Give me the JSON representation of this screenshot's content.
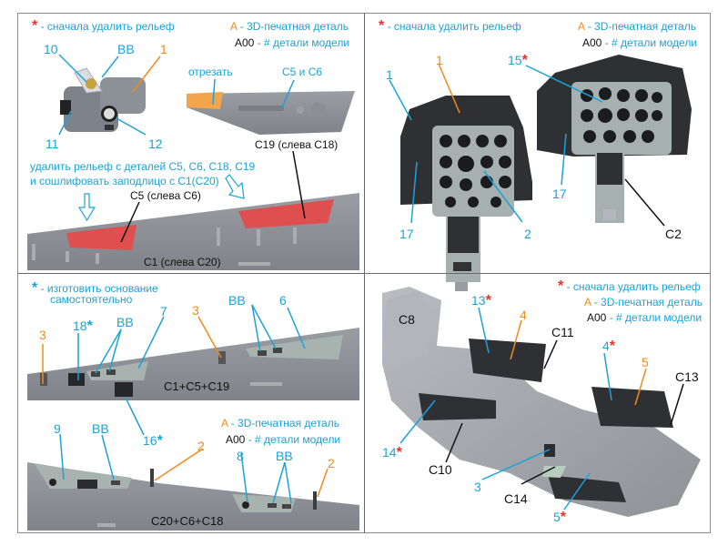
{
  "colors": {
    "callout_blue": "#1aa3d8",
    "printed_orange": "#f08a1c",
    "remove_red": "#e8312a",
    "model_grey": "#8e9196",
    "relief_red": "#e05050",
    "panel_dark": "#2e3034",
    "instrument_grey": "#a6b0b0"
  },
  "legend": {
    "star_symbol": "*",
    "remove_relief": "- сначала удалить рельеф",
    "printed_letter": "A",
    "printed_part": "- 3D-печатная деталь",
    "model_code": "A00",
    "model_part": "- # детали модели",
    "make_base": "- изготовить основание",
    "make_base_2": "самостоятельно"
  },
  "panel_top_left": {
    "labels": {
      "p10": "10",
      "bb": "BB",
      "p1": "1",
      "p11": "11",
      "p12": "12",
      "cut": "отрезать",
      "c5c6": "С5 и С6",
      "instruction_1": "удалить рельеф с деталей С5, С6, С18, С19",
      "instruction_2": "и сошлифовать заподлицо с С1(С20)",
      "c19": "С19 (слева С18)",
      "c5": "С5 (слева С6)",
      "c1": "С1 (слева С20)"
    }
  },
  "panel_top_right": {
    "labels": {
      "p1_blue": "1",
      "p1_orange": "1",
      "p15": "15",
      "p17_left": "17",
      "p2": "2",
      "p17_right": "17",
      "c2": "С2"
    }
  },
  "panel_bottom_left": {
    "labels": {
      "p3_left": "3",
      "p18": "18",
      "bb_left": "BB",
      "p7": "7",
      "p3_mid": "3",
      "bb_right": "BB",
      "p6": "6",
      "assembly_top": "С1+С5+С19",
      "p16": "16",
      "p9": "9",
      "bb_low_left": "BB",
      "p2_left": "2",
      "p8": "8",
      "bb_low_right": "BB",
      "p2_right": "2",
      "assembly_bottom": "С20+С6+С18"
    }
  },
  "panel_bottom_right": {
    "labels": {
      "c8": "С8",
      "p13": "13",
      "p4_orange": "4",
      "c11": "С11",
      "p4_blue": "4",
      "p5_orange": "5",
      "c13": "С13",
      "p14": "14",
      "c10": "С10",
      "p3": "3",
      "c14": "С14",
      "p5_blue": "5"
    }
  }
}
